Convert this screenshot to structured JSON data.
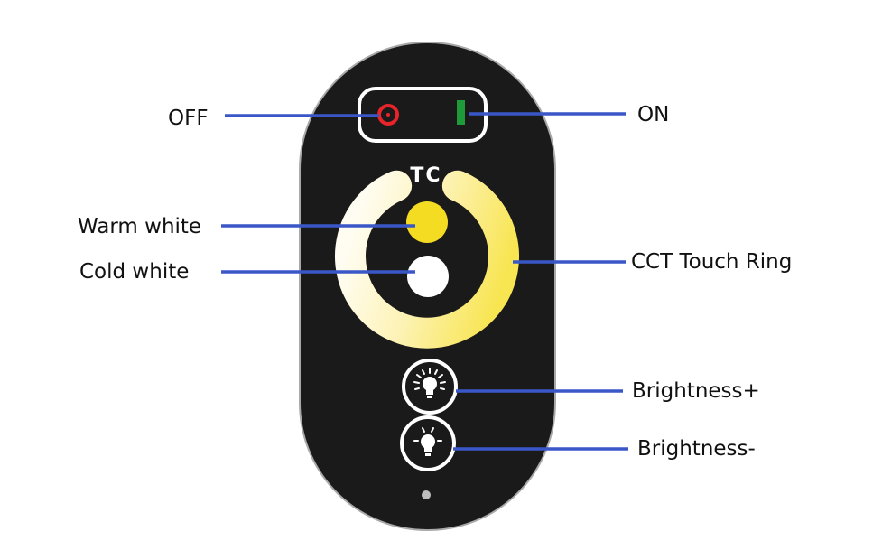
{
  "remote": {
    "brand": "TC",
    "body_color": "#1b1a1a",
    "outline_color": "#a9a9a9",
    "power_off_color": "#e8242a",
    "power_on_color": "#1e9a3a",
    "warm_color": "#f4dc22",
    "cold_color": "#ffffff",
    "ring_gradient": [
      "#fffdf2",
      "#fbea6c"
    ],
    "leader_color": "#3a57c8"
  },
  "labels": {
    "off": "OFF",
    "on": "ON",
    "warm_white": "Warm white",
    "cold_white": "Cold white",
    "cct_ring": "CCT Touch Ring",
    "brightness_up": "Brightness+",
    "brightness_down": "Brightness-"
  },
  "icons": {
    "off": "power-off-icon",
    "on": "power-on-icon",
    "brightness_up": "bulb-bright-icon",
    "brightness_down": "bulb-dim-icon",
    "indicator": "led-indicator-icon"
  }
}
